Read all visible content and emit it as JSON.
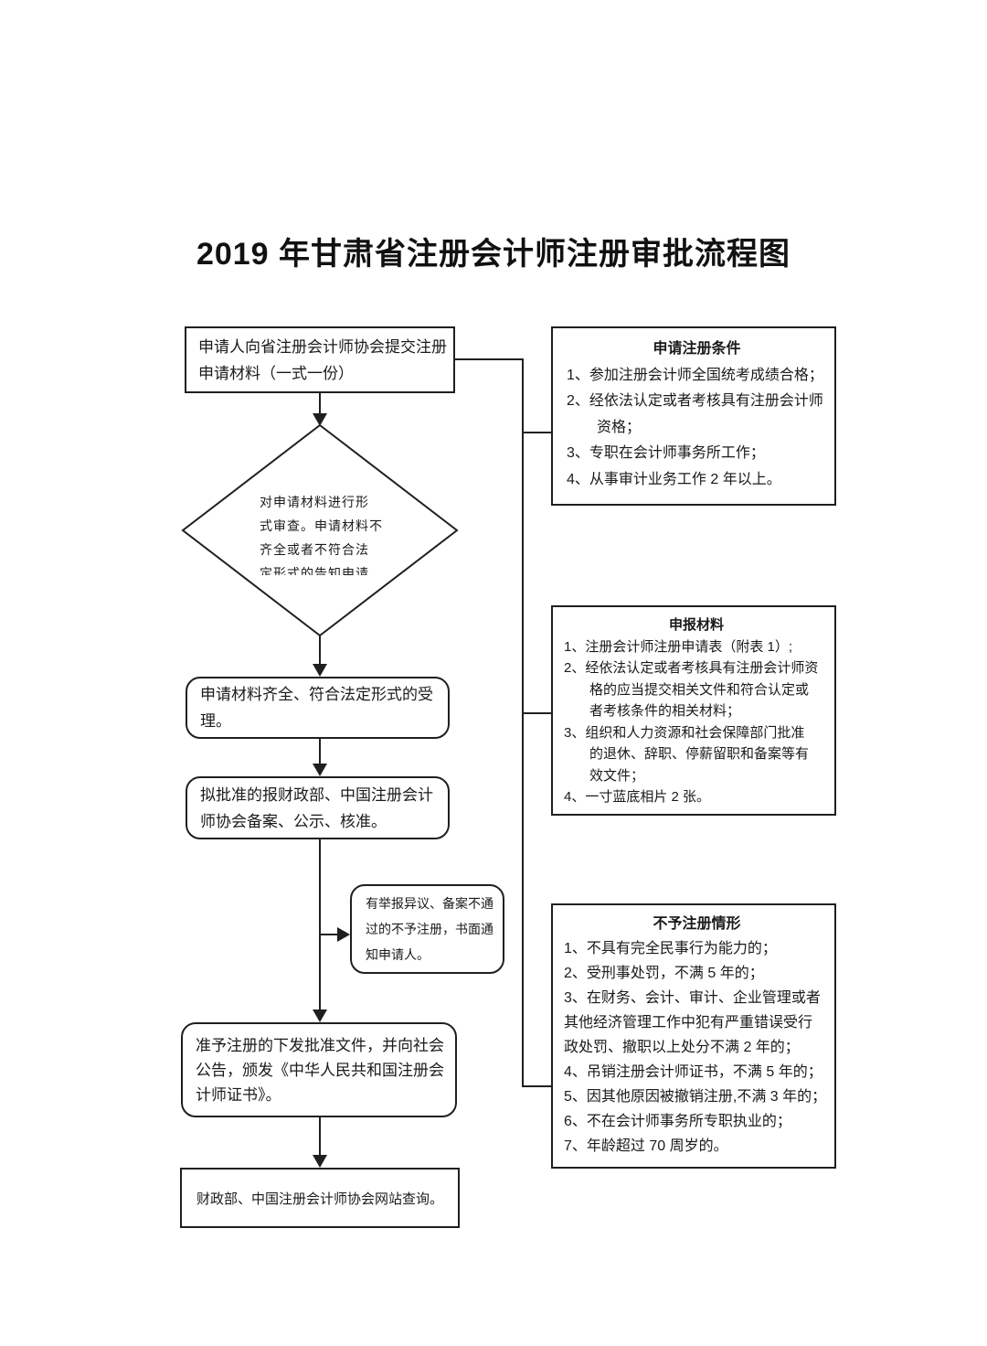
{
  "page": {
    "title": "2019 年甘肃省注册会计师注册审批流程图"
  },
  "flow": {
    "submit_box": {
      "lines": [
        "申请人向省注册会计师协会提交注册",
        "申请材料（一式一份）"
      ]
    },
    "review_diamond": {
      "lines": [
        "对申请材料进行形",
        "式审查。申请材料不",
        "齐全或者不符合法",
        "定形式的告知申请"
      ]
    },
    "accept_box": {
      "lines": [
        "申请材料齐全、符合法定形式的受",
        "理。"
      ]
    },
    "filing_box": {
      "lines": [
        "拟批准的报财政部、中国注册会计",
        "师协会备案、公示、核准。"
      ]
    },
    "objection_box": {
      "lines": [
        "有举报异议、备案不通",
        "过的不予注册，书面通",
        "知申请人。"
      ]
    },
    "certificate_box": {
      "lines": [
        "准予注册的下发批准文件，并向社会",
        "公告，颁发《中华人民共和国注册会",
        "计师证书》。"
      ]
    },
    "query_box": {
      "lines": [
        "财政部、中国注册会计师协会网站查询。"
      ]
    }
  },
  "panels": [
    {
      "id": "registration-conditions",
      "title": "申请注册条件",
      "lines": [
        {
          "t": "1、参加注册会计师全国统考成绩合格；",
          "ind": 0
        },
        {
          "t": "2、经依法认定或者考核具有注册会计师",
          "ind": 0
        },
        {
          "t": "资格；",
          "ind": 1
        },
        {
          "t": "3、专职在会计师事务所工作；",
          "ind": 0
        },
        {
          "t": "4、从事审计业务工作 2 年以上。",
          "ind": 0
        }
      ]
    },
    {
      "id": "application-materials",
      "title": "申报材料",
      "lines": [
        {
          "t": "1、注册会计师注册申请表（附表 1）;",
          "ind": 0
        },
        {
          "t": "2、经依法认定或者考核具有注册会计师资",
          "ind": 0
        },
        {
          "t": "格的应当提交相关文件和符合认定或",
          "ind": 1
        },
        {
          "t": "者考核条件的相关材料；",
          "ind": 1
        },
        {
          "t": "3、组织和人力资源和社会保障部门批准",
          "ind": 0
        },
        {
          "t": "的退休、辞职、停薪留职和备案等有",
          "ind": 1
        },
        {
          "t": "效文件；",
          "ind": 1
        },
        {
          "t": "4、一寸蓝底相片 2 张。",
          "ind": 0
        }
      ]
    },
    {
      "id": "denial-circumstances",
      "title": "不予注册情形",
      "lines": [
        {
          "t": "1、不具有完全民事行为能力的；",
          "ind": 0
        },
        {
          "t": "2、受刑事处罚，不满 5 年的；",
          "ind": 0
        },
        {
          "t": "3、在财务、会计、审计、企业管理或者",
          "ind": 0
        },
        {
          "t": "其他经济管理工作中犯有严重错误受行",
          "ind": 0
        },
        {
          "t": "政处罚、撤职以上处分不满 2 年的；",
          "ind": 0
        },
        {
          "t": "4、吊销注册会计师证书，不满 5 年的；",
          "ind": 0
        },
        {
          "t": "5、因其他原因被撤销注册,不满 3 年的；",
          "ind": 0
        },
        {
          "t": "6、不在会计师事务所专职执业的；",
          "ind": 0
        },
        {
          "t": "7、年龄超过 70 周岁的。",
          "ind": 0
        }
      ]
    }
  ],
  "colors": {
    "line": "#1f1f1f",
    "text": "#1a1a1a",
    "background": "#ffffff"
  }
}
